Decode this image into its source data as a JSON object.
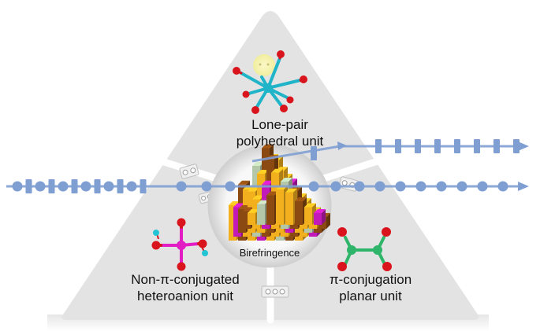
{
  "diagram": {
    "top_unit": {
      "line1": "Lone-pair",
      "line2": "polyhedral unit"
    },
    "left_unit": {
      "line1": "Non-π-conjugated",
      "line2": "heteroanion unit"
    },
    "right_unit": {
      "line1": "π-conjugation",
      "line2": "planar unit"
    },
    "center_label": "Birefringence"
  },
  "colors": {
    "triangle": "#e3e3e3",
    "beam": "#7f9fd3",
    "oxygen": "#d9141c",
    "lone_pair_center": "#1fb4c8",
    "tetra_center": "#e21dc4",
    "hydrogen": "#23c4d4",
    "carbon": "#2fb56a",
    "bar_gold": "#f2b01e",
    "bar_brown": "#8a4a12",
    "bar_magenta": "#c21ab8",
    "bar_sage": "#b4c7a9"
  }
}
